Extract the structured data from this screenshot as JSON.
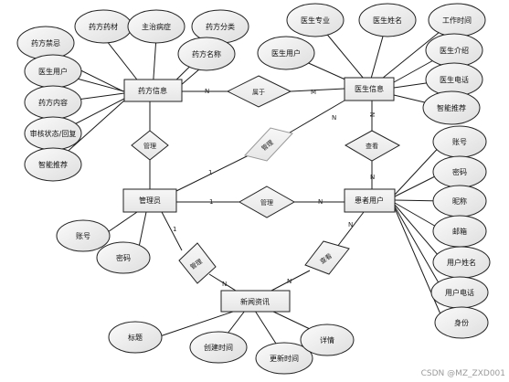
{
  "entities": {
    "drug_info": "药方信息",
    "doctor_info": "医生信息",
    "admin": "管理员",
    "patient": "患者用户",
    "news": "新闻资讯"
  },
  "relations": {
    "belongs": "属于",
    "manage_drug": "管理",
    "manage_doctor": "管理",
    "view_doctor": "查看",
    "manage_patient": "管理",
    "manage_news": "管理",
    "view_news": "查看"
  },
  "cardinalities": {
    "belongs_left": "N",
    "belongs_right": "M",
    "admin_doc_1": "1",
    "admin_doc_n": "N",
    "view_doc_top": "N",
    "view_doc_bottom": "N",
    "admin_patient_1": "1",
    "admin_patient_n": "N",
    "admin_news_1": "1",
    "admin_news_n": "N",
    "patient_news_top": "N",
    "patient_news_bottom": "N"
  },
  "drug_attrs": [
    "药方药材",
    "主治病症",
    "药方分类",
    "药方禁忌",
    "药方名称",
    "医生用户",
    "药方内容",
    "审核状态/回复",
    "智能推荐"
  ],
  "doctor_attrs": [
    "医生专业",
    "医生姓名",
    "工作时间",
    "医生用户",
    "医生介绍",
    "医生电话",
    "智能推荐"
  ],
  "patient_attrs": [
    "账号",
    "密码",
    "昵称",
    "邮箱",
    "用户姓名",
    "用户电话",
    "身份"
  ],
  "admin_attrs": [
    "账号",
    "密码"
  ],
  "news_attrs": [
    "标题",
    "创建时间",
    "更新时间",
    "详情"
  ],
  "watermark": "CSDN @MZ_ZXD001"
}
